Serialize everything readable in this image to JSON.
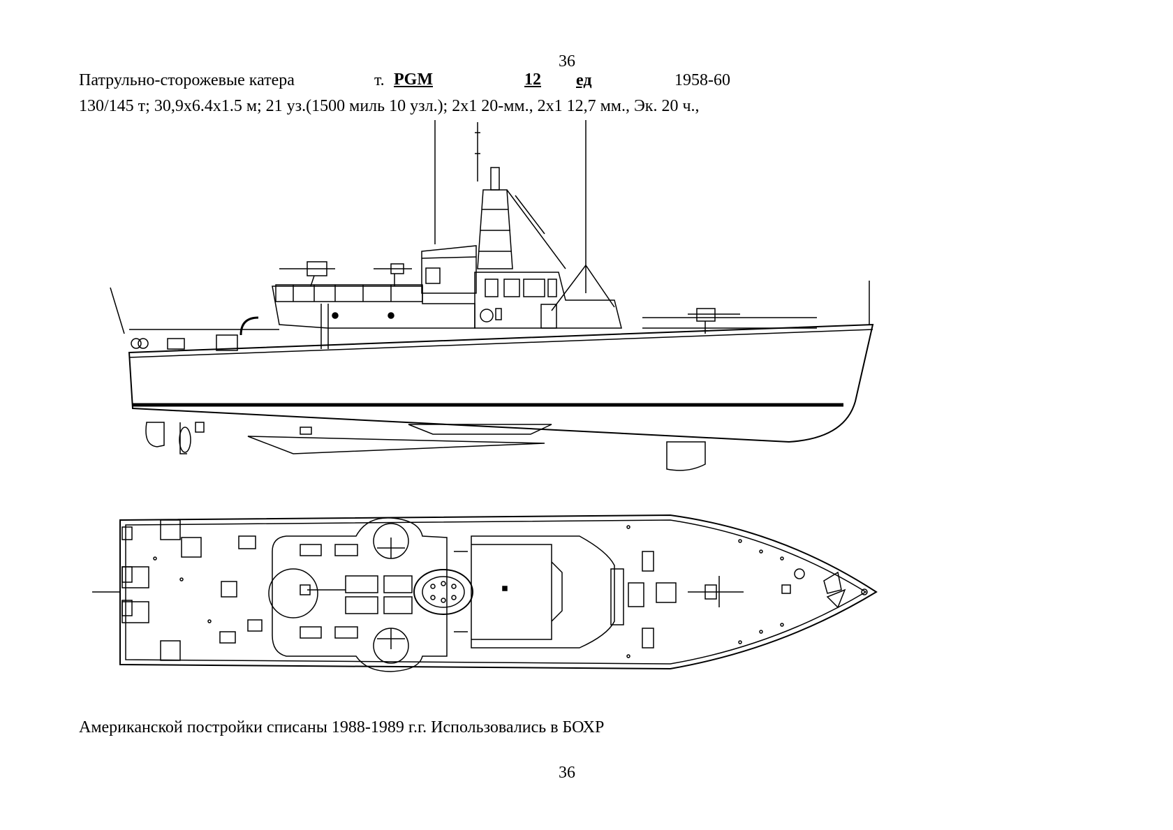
{
  "page_number_top": "36",
  "header": {
    "vessel_class": "Патрульно-сторожевые катера",
    "type_prefix": "т.",
    "type_name": "PGM",
    "count": "12",
    "unit": "ед",
    "years": "1958-60"
  },
  "specs": "130/145 т; 30,9х6.4х1.5 м; 21 уз.(1500 миль 10 узл.); 2х1 20-мм., 2х1 12,7 мм., Эк. 20 ч.,",
  "footer_note": "Американской постройки списаны 1988-1989 г.г. Использовались в БОХР",
  "page_number_bottom": "36"
}
